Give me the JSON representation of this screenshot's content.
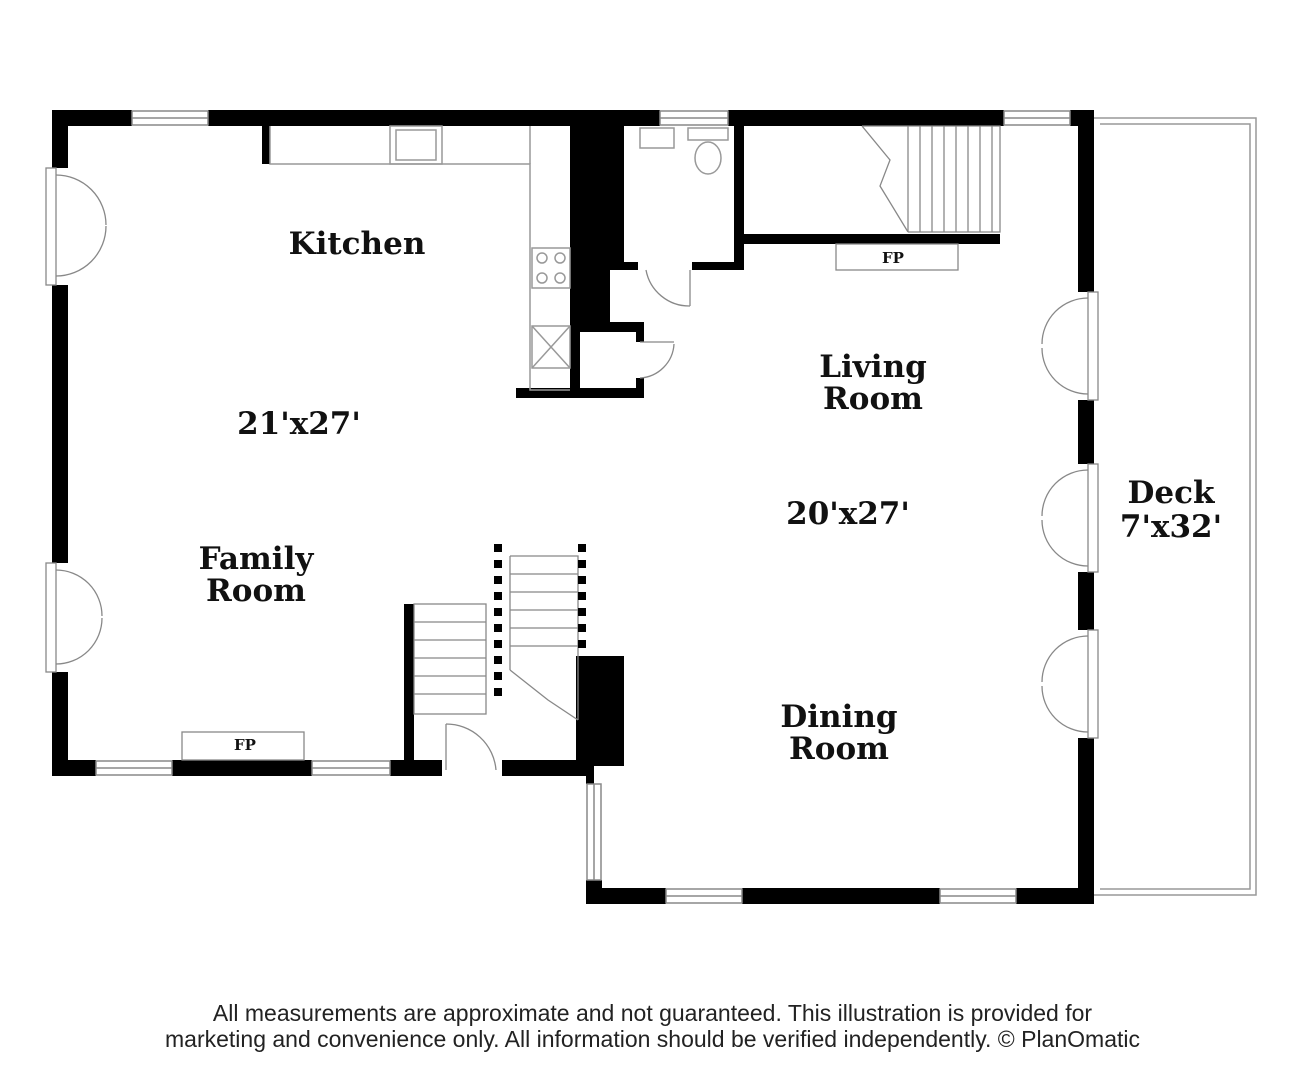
{
  "rooms": {
    "kitchen": {
      "name": "Kitchen"
    },
    "family_room": {
      "name_line1": "Family",
      "name_line2": "Room",
      "dims": "21'x27'"
    },
    "living_room": {
      "name_line1": "Living",
      "name_line2": "Room",
      "dims": "20'x27'"
    },
    "dining_room": {
      "name_line1": "Dining",
      "name_line2": "Room"
    },
    "deck": {
      "name": "Deck",
      "dims": "7'x32'"
    }
  },
  "fireplaces": {
    "living": "FP",
    "family": "FP"
  },
  "disclaimer": {
    "line1": "All measurements are approximate and not guaranteed. This illustration is provided for",
    "line2": "marketing and convenience only. All information should be verified independently. © PlanOmatic"
  },
  "colors": {
    "wall": "#000000",
    "fixture": "#999999",
    "background": "#ffffff"
  }
}
